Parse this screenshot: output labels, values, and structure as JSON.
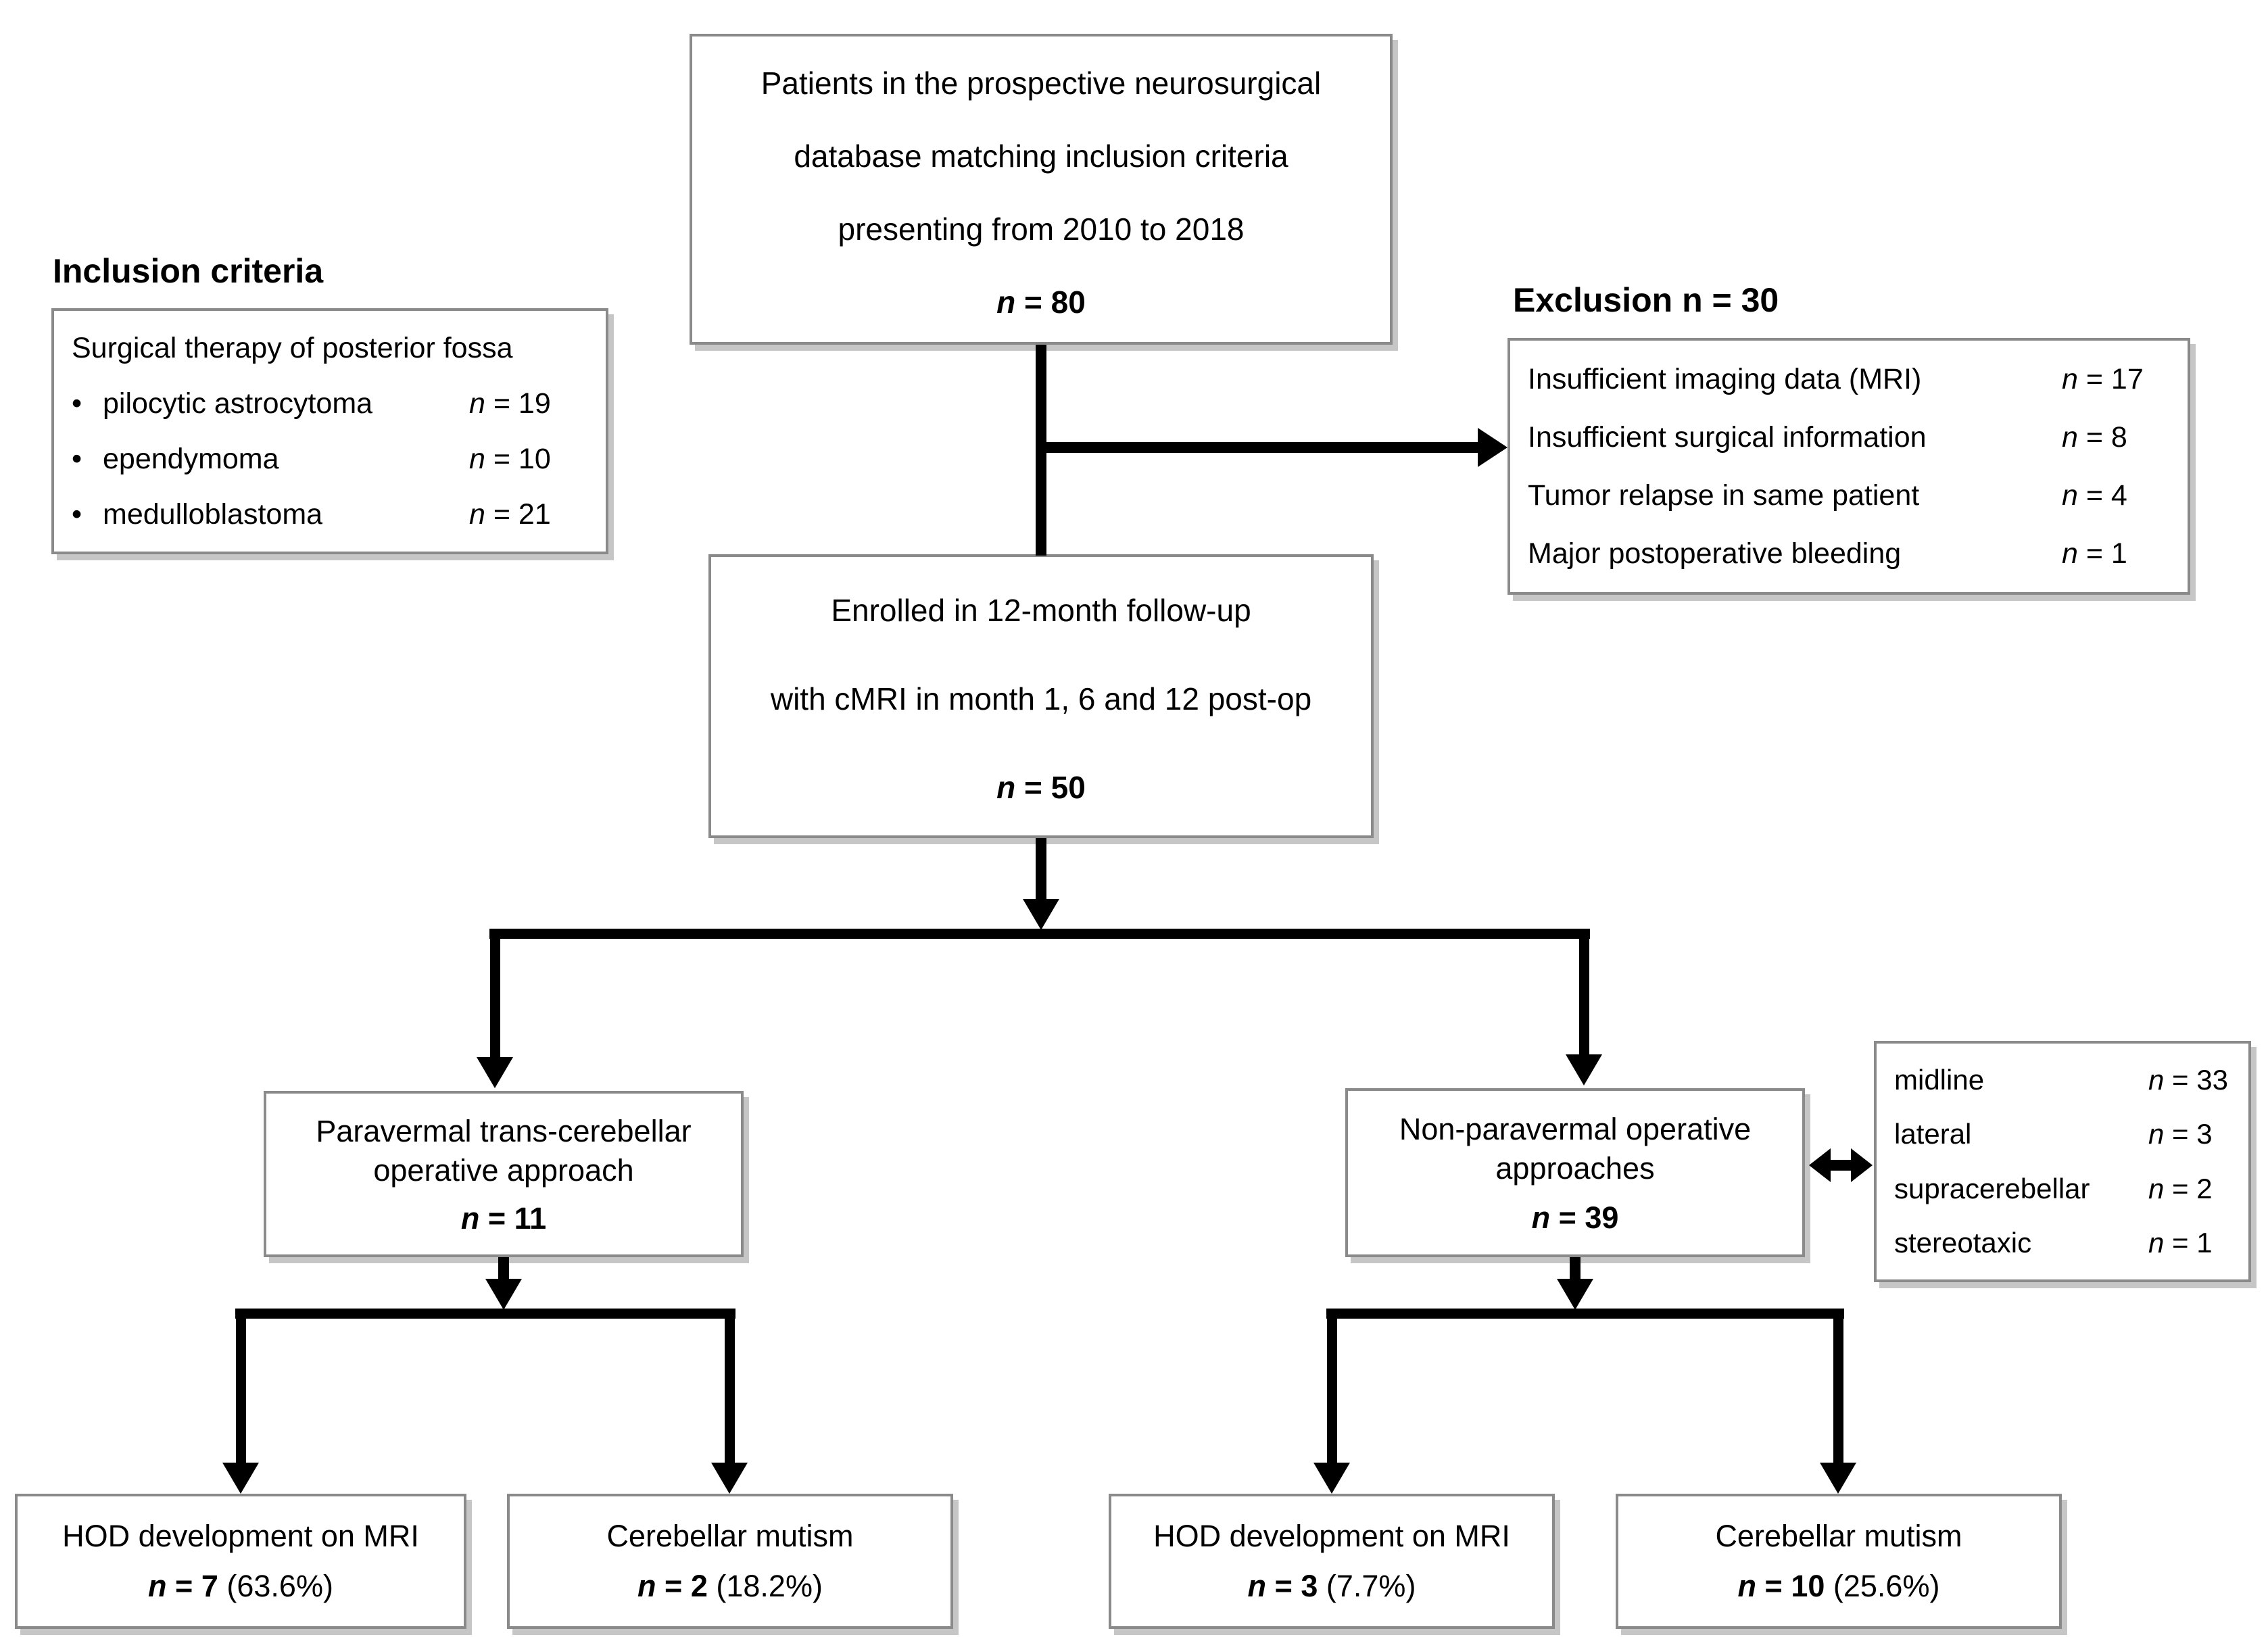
{
  "top_box": {
    "lines": [
      "Patients in the prospective neurosurgical",
      "database matching inclusion criteria",
      "presenting from 2010 to 2018"
    ],
    "n": {
      "sym": "n",
      "rest": "= 80"
    }
  },
  "inclusion": {
    "title": "Inclusion criteria",
    "header": "Surgical therapy of posterior fossa",
    "bullet": "•",
    "rows": [
      {
        "label": "pilocytic astrocytoma",
        "sym": "n",
        "value": "= 19"
      },
      {
        "label": "ependymoma",
        "sym": "n",
        "value": "= 10"
      },
      {
        "label": "medulloblastoma",
        "sym": "n",
        "value": "= 21"
      }
    ]
  },
  "exclusion": {
    "title": "Exclusion n = 30",
    "rows": [
      {
        "label": "Insufficient imaging data (MRI)",
        "sym": "n",
        "value": "= 17"
      },
      {
        "label": "Insufficient surgical information",
        "sym": "n",
        "value": "= 8"
      },
      {
        "label": "Tumor relapse in same patient",
        "sym": "n",
        "value": "= 4"
      },
      {
        "label": "Major postoperative bleeding",
        "sym": "n",
        "value": "= 1"
      }
    ]
  },
  "enrolled_box": {
    "lines": [
      "Enrolled in 12-month follow-up",
      "with cMRI in month 1, 6 and 12 post-op"
    ],
    "n": {
      "sym": "n",
      "rest": "= 50"
    }
  },
  "paravermal_box": {
    "line1": "Paravermal trans-cerebellar",
    "line2": "operative approach",
    "n": {
      "sym": "n",
      "rest": "= 11"
    }
  },
  "nonparavermal_box": {
    "line1": "Non-paravermal operative",
    "line2": "approaches",
    "n": {
      "sym": "n",
      "rest": "= 39"
    }
  },
  "approaches": {
    "rows": [
      {
        "label": "midline",
        "sym": "n",
        "value": "= 33"
      },
      {
        "label": "lateral",
        "sym": "n",
        "value": "= 3"
      },
      {
        "label": "supracerebellar",
        "sym": "n",
        "value": "= 2"
      },
      {
        "label": "stereotaxic",
        "sym": "n",
        "value": "= 1"
      }
    ]
  },
  "outcomes": [
    {
      "title": "HOD development on MRI",
      "sym": "n",
      "value": "= 7",
      "pct": "(63.6%)"
    },
    {
      "title": "Cerebellar mutism",
      "sym": "n",
      "value": "= 2",
      "pct": "(18.2%)"
    },
    {
      "title": "HOD development on MRI",
      "sym": "n",
      "value": "= 3",
      "pct": "(7.7%)"
    },
    {
      "title": "Cerebellar mutism",
      "sym": "n",
      "value": "= 10",
      "pct": "(25.6%)"
    }
  ],
  "colors": {
    "line": "#000000",
    "border": "#8a8a8a",
    "shadow": "#c6c6c6",
    "text": "#000000",
    "background": "#ffffff"
  }
}
